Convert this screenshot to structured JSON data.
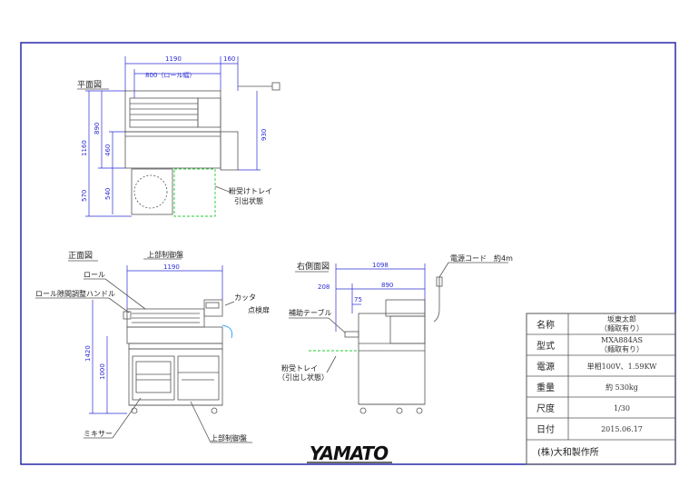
{
  "plan_view": {
    "title": "平面図",
    "dim_total_width": "1190",
    "dim_right_extra": "160",
    "dim_roll_width": "800（ロール幅）",
    "dim_height_total": "1160",
    "dim_890": "890",
    "dim_460": "460",
    "dim_570": "570",
    "dim_540": "540",
    "dim_930": "930",
    "tray_label_line1": "粉受けトレイ",
    "tray_label_line2": "引出状態"
  },
  "front_view": {
    "title": "正面図",
    "dim_width": "1190",
    "dim_height": "1420",
    "dim_height_inner": "1000",
    "upper_control_panel": "上部制御盤",
    "roll": "ロール",
    "roll_gap_handle": "ロール隙間調整ハンドル",
    "cutter": "カッタ",
    "inspection_door": "点検扉",
    "mixer": "ミキサー",
    "lower_control_panel": "上部制御盤"
  },
  "side_view": {
    "title": "右側面図",
    "dim_1098": "1098",
    "dim_208": "208",
    "dim_890": "890",
    "dim_75": "75",
    "power_cord": "電源コード　約4m",
    "aux_table": "補助テーブル",
    "tray_line1": "粉受トレイ",
    "tray_line2": "（引出し状態）"
  },
  "title_block": {
    "rows": [
      {
        "label": "名称",
        "value1": "坂東太郎",
        "value2": "（麺取有り）"
      },
      {
        "label": "型式",
        "value1": "MXA884AS",
        "value2": "（麺取有り）"
      },
      {
        "label": "電源",
        "value1": "単相100V、1.59KW",
        "value2": ""
      },
      {
        "label": "重量",
        "value1": "約 530kg",
        "value2": ""
      },
      {
        "label": "尺度",
        "value1": "1/30",
        "value2": ""
      },
      {
        "label": "日付",
        "value1": "2015.06.17",
        "value2": ""
      }
    ],
    "company": "(株)大和製作所"
  },
  "logo": "YAMATO"
}
